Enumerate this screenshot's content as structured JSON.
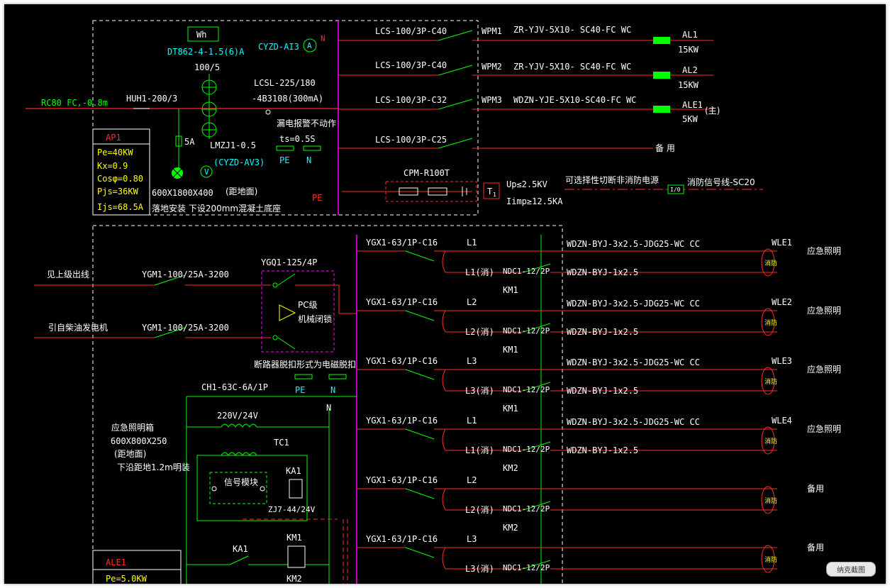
{
  "upper": {
    "meter_label": "Wh",
    "meter_model": "DT862-4-1.5(6)A",
    "ammeter_model": "CYZD-AI3",
    "ammeter_symbol": "A",
    "n_label": "N",
    "ct_ratio": "100/5",
    "breaker_model_1": "LCSL-225/180",
    "breaker_model_2": "-4B3108(300mA)",
    "incoming_cable": "RC80 FC,-0.8m",
    "main_switch": "HUH1-200/3",
    "fuse": "5A",
    "ct_model": "LMZJ1-0.5",
    "voltmeter_model": "(CYZD-AV3)",
    "voltmeter_symbol": "V",
    "leak_note": "漏电报警不动作",
    "ts": "ts=0.5S",
    "pe": "PE",
    "n": "N",
    "pe_red": "PE",
    "box_size": "600X1800X400",
    "box_note": "(距地面)",
    "box_install": "落地安装  下设200mm混凝土底座",
    "ap1": {
      "name": "AP1",
      "params": [
        "Pe=40KW",
        "Kx=0.9",
        "Cosφ=0.80",
        "Pjs=36KW",
        "Ijs=68.5A"
      ]
    },
    "outgoing": [
      {
        "breaker": "LCS-100/3P-C40",
        "circuit": "WPM1",
        "cable": "ZR-YJV-5X10- SC40-FC  WC",
        "dest": "AL1",
        "power": "15KW",
        "note": ""
      },
      {
        "breaker": "LCS-100/3P-C40",
        "circuit": "WPM2",
        "cable": "ZR-YJV-5X10- SC40-FC  WC",
        "dest": "AL2",
        "power": "15KW",
        "note": ""
      },
      {
        "breaker": "LCS-100/3P-C32",
        "circuit": "WPM3",
        "cable": "WDZN-YJE-5X10-SC40-FC WC",
        "dest": "ALE1",
        "power": "5KW",
        "note": "(主)"
      },
      {
        "breaker": "LCS-100/3P-C25",
        "circuit": "",
        "cable": "",
        "dest": "备 用",
        "power": "",
        "note": ""
      }
    ],
    "spd_model": "CPM-R100T",
    "spd_tag": "T",
    "spd_tag_sub": "1",
    "spd_up": "Up≤2.5KV",
    "spd_imp": "Iimp≥12.5KA",
    "fire_cut": "可选择性切断非消防电源",
    "io_label": "I/0",
    "fire_signal": "消防信号线-SC20"
  },
  "lower": {
    "source1": "见上级出线",
    "source2": "引自柴油发电机",
    "ygm_1": "YGM1-100/25A-3200",
    "ygm_2": "YGM1-100/25A-3200",
    "ats_model": "YGQ1-125/4P",
    "ats_class": "PC级",
    "ats_lock": "机械闭锁",
    "ats_note": "断路器脱扣形式为电磁脱扣",
    "pe": "PE",
    "n": "N",
    "ch_breaker": "CH1-63C-6A/1P",
    "n2": "N",
    "transformer": "220V/24V",
    "tc": "TC1",
    "signal_module": "信号模块",
    "ka1": "KA1",
    "zj7": "ZJ7-44/24V",
    "ka1_contact": "KA1",
    "km1_coil": "KM1",
    "km2_coil": "KM2",
    "box_title": "应急照明箱",
    "box_size": "600X800X250",
    "box_note": "(距地面)",
    "box_install": "下沿距地1.2m明装",
    "ale1": "ALE1",
    "ale1_param": "Pe=5.0KW",
    "circuits": [
      {
        "breaker": "YGX1-63/1P-C16",
        "phase": "L1",
        "phase_n": "L1(消)",
        "ndc": "NDC1-12/2P",
        "km": "KM1",
        "cable1": "WDZN-BYJ-3x2.5-JDG25-WC CC",
        "cable2": "WDZN-BYJ-1x2.5",
        "wle": "WLE1",
        "ems": "消防",
        "use": "应急照明"
      },
      {
        "breaker": "YGX1-63/1P-C16",
        "phase": "L2",
        "phase_n": "L2(消)",
        "ndc": "NDC1-12/2P",
        "km": "KM1",
        "cable1": "WDZN-BYJ-3x2.5-JDG25-WC CC",
        "cable2": "WDZN-BYJ-1x2.5",
        "wle": "WLE2",
        "ems": "消防",
        "use": "应急照明"
      },
      {
        "breaker": "YGX1-63/1P-C16",
        "phase": "L3",
        "phase_n": "L3(消)",
        "ndc": "NDC1-12/2P",
        "km": "KM1",
        "cable1": "WDZN-BYJ-3x2.5-JDG25-WC CC",
        "cable2": "WDZN-BYJ-1x2.5",
        "wle": "WLE3",
        "ems": "消防",
        "use": "应急照明"
      },
      {
        "breaker": "YGX1-63/1P-C16",
        "phase": "L1",
        "phase_n": "L1(消)",
        "ndc": "NDC1-12/2P",
        "km": "KM2",
        "cable1": "WDZN-BYJ-3x2.5-JDG25-WC CC",
        "cable2": "WDZN-BYJ-1x2.5",
        "wle": "WLE4",
        "ems": "消防",
        "use": "应急照明"
      },
      {
        "breaker": "YGX1-63/1P-C16",
        "phase": "L2",
        "phase_n": "L2(消)",
        "ndc": "NDC1-12/2P",
        "km": "KM2",
        "cable1": "",
        "cable2": "",
        "wle": "",
        "ems": "消防",
        "use": "备用"
      },
      {
        "breaker": "YGX1-63/1P-C16",
        "phase": "L3",
        "phase_n": "L3(消)",
        "ndc": "NDC1-12/2P",
        "km": "",
        "cable1": "",
        "cable2": "",
        "wle": "",
        "ems": "消防",
        "use": "备用"
      }
    ]
  },
  "watermark": "纳克截图",
  "colors": {
    "cyan": "#00ffff",
    "red": "#ff2a2a",
    "green": "#00ff00",
    "magenta": "#ff00ff",
    "yellow": "#ffff00",
    "white": "#ffffff"
  }
}
